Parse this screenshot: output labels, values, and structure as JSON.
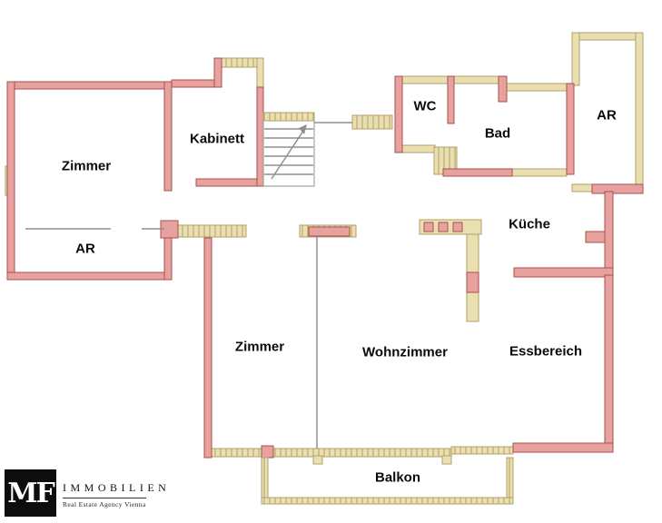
{
  "plan": {
    "rooms": {
      "zimmer_top": "Zimmer",
      "ar_left": "AR",
      "kabinett": "Kabinett",
      "wc": "WC",
      "bad": "Bad",
      "ar_top": "AR",
      "kueche": "Küche",
      "zimmer_bottom": "Zimmer",
      "wohnzimmer": "Wohnzimmer",
      "essbereich": "Essbereich",
      "balkon": "Balkon"
    }
  },
  "logo": {
    "monogram": "MF",
    "name": "IMMOBILIEN",
    "tagline": "Real Estate Agency Vienna"
  },
  "colors": {
    "background": "#ffffff",
    "wall_pink": "#e7a2a0",
    "wall_pink_outline": "#a84f4b",
    "wall_beige": "#eadfb0",
    "wall_beige_outline": "#b0a069",
    "line_gray": "#8f8f8f",
    "text": "#0a0a0a"
  }
}
